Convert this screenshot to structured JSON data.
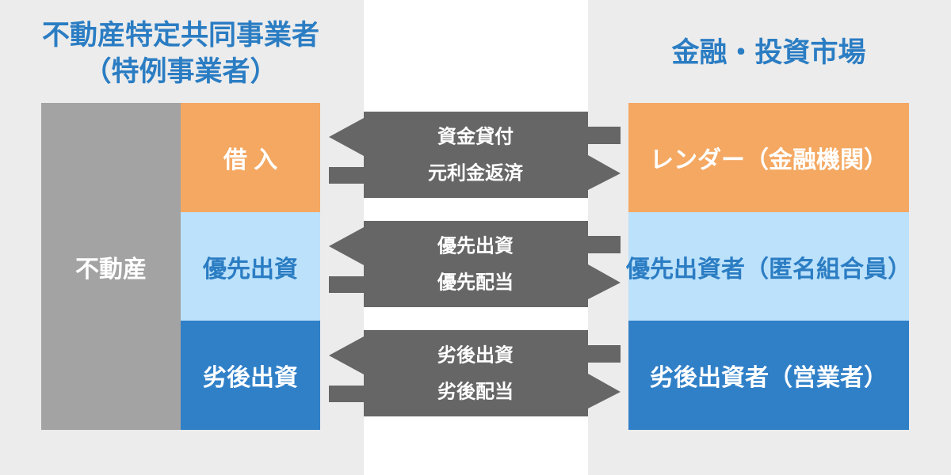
{
  "titles": {
    "left_line1": "不動産特定共同事業者",
    "left_line2": "（特例事業者）",
    "right": "金融・投資市場"
  },
  "asset_label": "不動産",
  "rows": [
    {
      "left_label": "借 入",
      "right_label": "レンダー（金融機関）",
      "flow_to_left": "資金貸付",
      "flow_to_right": "元利金返済"
    },
    {
      "left_label": "優先出資",
      "right_label": "優先出資者（匿名組合員）",
      "flow_to_left": "優先出資",
      "flow_to_right": "優先配当"
    },
    {
      "left_label": "劣後出資",
      "right_label": "劣後出資者（営業者）",
      "flow_to_left": "劣後出資",
      "flow_to_right": "劣後配当"
    }
  ],
  "colors": {
    "bg": "#ececec",
    "band": "#ffffff",
    "orange": "#f4a862",
    "lightblue": "#bce1fb",
    "blue": "#3080c8",
    "gray": "#a3a3a3",
    "arrow": "#666666",
    "accent": "#2b7dc3",
    "white": "#ffffff"
  }
}
